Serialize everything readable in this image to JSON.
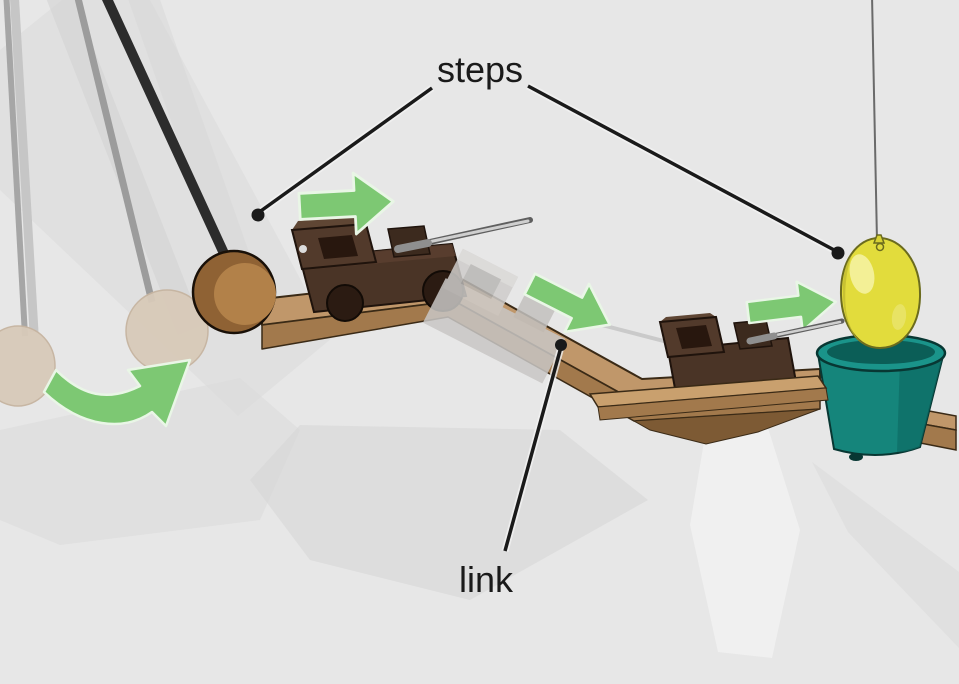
{
  "annotations": {
    "steps": "steps",
    "link": "link"
  },
  "scene_objects": [
    "pendulum-rods",
    "pendulum-ghost-balls",
    "pendulum-ball",
    "swing-direction-arrow",
    "toy-truck-with-needle",
    "wooden-ramp",
    "ghost-truck-sliding",
    "slope-direction-arrow",
    "second-toy-truck-with-needle",
    "push-direction-arrow",
    "hanging-balloon",
    "balloon-string",
    "bucket",
    "steps-pointer-lines",
    "link-pointer-line"
  ],
  "colors": {
    "background": "#e7e7e7",
    "shadow": "#d6d6d6",
    "pointer": "#1a1a1a",
    "arrow_green": "#7dc873",
    "arrow_outline": "#e9f6e6",
    "wood_top": "#c0976a",
    "wood_rail": "#c9a06e",
    "wood_side": "#a2794c",
    "wood_dark": "#7d5a34",
    "truck_body": "#4a3426",
    "truck_cab": "#523a2b",
    "truck_turret": "#3c2a1e",
    "wheel": "#2b1b12",
    "ghost_gray": "#c9c7c5",
    "ghost_ball": "#d8cab9",
    "ball_rim": "#8f6234",
    "ball_face": "#b28149",
    "rod_black": "#2c2c2c",
    "rod_gray": "#9c9c9c",
    "needle": "#cfcfcf",
    "balloon_yellow": "#e2dc3c",
    "balloon_outline": "#6b6b1e",
    "bucket_teal": "#15857b",
    "bucket_rim": "#1a948a",
    "string_gray": "#6a6a6a"
  }
}
